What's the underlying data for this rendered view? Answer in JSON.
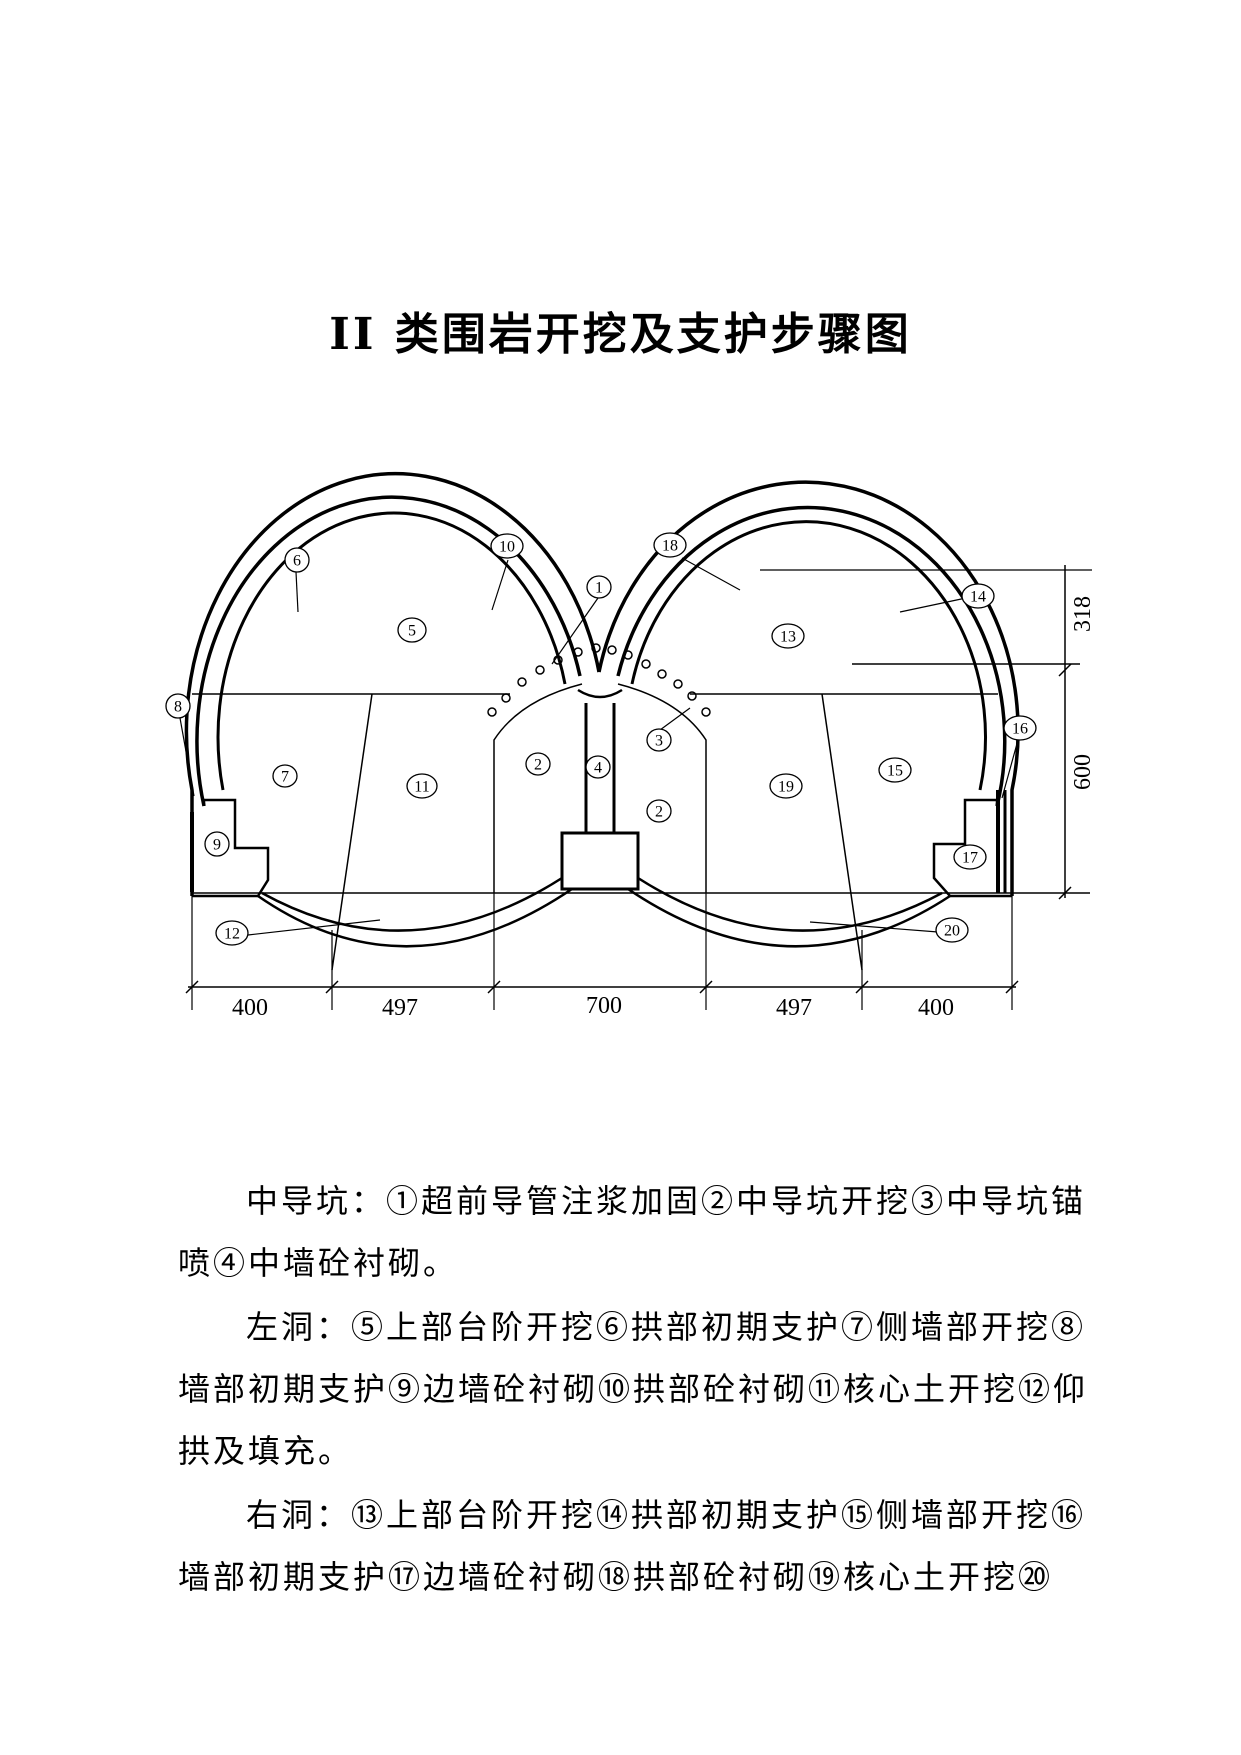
{
  "title": "II 类围岩开挖及支护步骤图",
  "labels": {
    "n1": "1",
    "n2": "2",
    "n3": "3",
    "n4": "4",
    "n5": "5",
    "n6": "6",
    "n7": "7",
    "n8": "8",
    "n9": "9",
    "n10": "10",
    "n11": "11",
    "n12": "12",
    "n13": "13",
    "n14": "14",
    "n15": "15",
    "n16": "16",
    "n17": "17",
    "n18": "18",
    "n19": "19",
    "n20": "20"
  },
  "dimensions": {
    "d1": "400",
    "d2": "497",
    "d3": "700",
    "d4": "497",
    "d5": "400",
    "h_top": "318",
    "h_main": "600"
  },
  "paragraphs": {
    "p1": "中导坑：①超前导管注浆加固②中导坑开挖③中导坑锚喷④中墙砼衬砌。",
    "p2": "左洞：⑤上部台阶开挖⑥拱部初期支护⑦侧墙部开挖⑧墙部初期支护⑨边墙砼衬砌⑩拱部砼衬砌⑪核心土开挖⑫仰拱及填充。",
    "p3": "右洞：⑬上部台阶开挖⑭拱部初期支护⑮侧墙部开挖⑯墙部初期支护⑰边墙砼衬砌⑱拱部砼衬砌⑲核心土开挖⑳"
  }
}
